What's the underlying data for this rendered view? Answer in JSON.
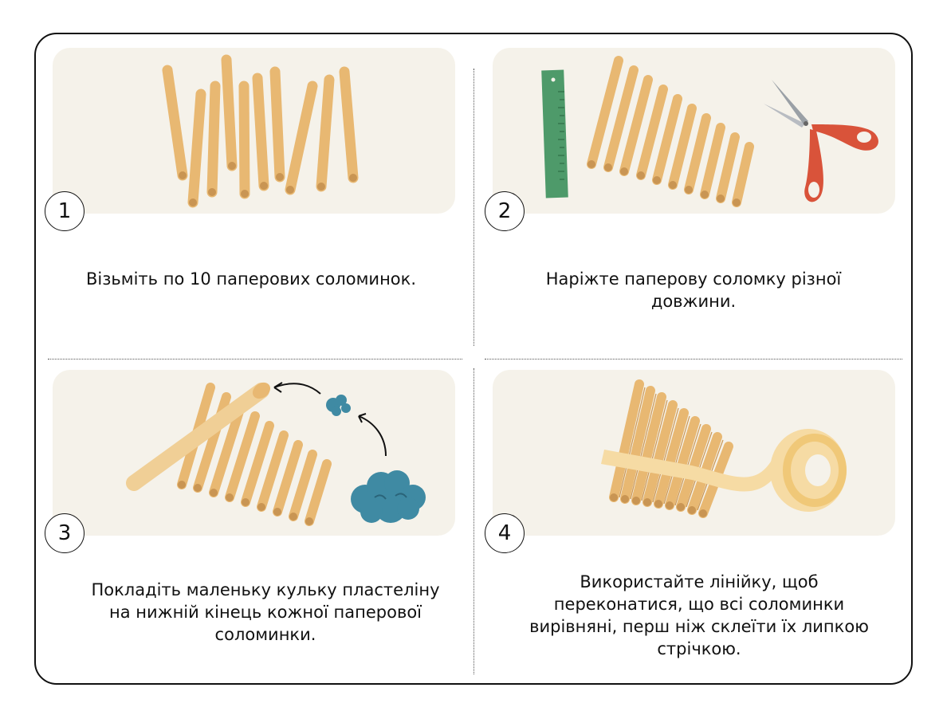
{
  "steps": [
    {
      "number": "1",
      "caption": "Візьміть по 10 паперових соломинок."
    },
    {
      "number": "2",
      "caption": "Наріжте паперову соломку різної довжини."
    },
    {
      "number": "3",
      "caption": "Покладіть маленьку кульку пластеліну на нижній кінець кожної паперової соломинки."
    },
    {
      "number": "4",
      "caption": "Використайте лінійку, щоб переконатися, що всі соломинки вирівняні, перш ніж склеїти їх липкою стрічкою."
    }
  ],
  "colors": {
    "straw": "#e8b872",
    "straw_end": "#c99553",
    "panel": "#f5f2ea",
    "ruler": "#4e9a6a",
    "scissors": "#d9533a",
    "plasticine": "#3f8aa3",
    "tape": "#f6dba4"
  }
}
